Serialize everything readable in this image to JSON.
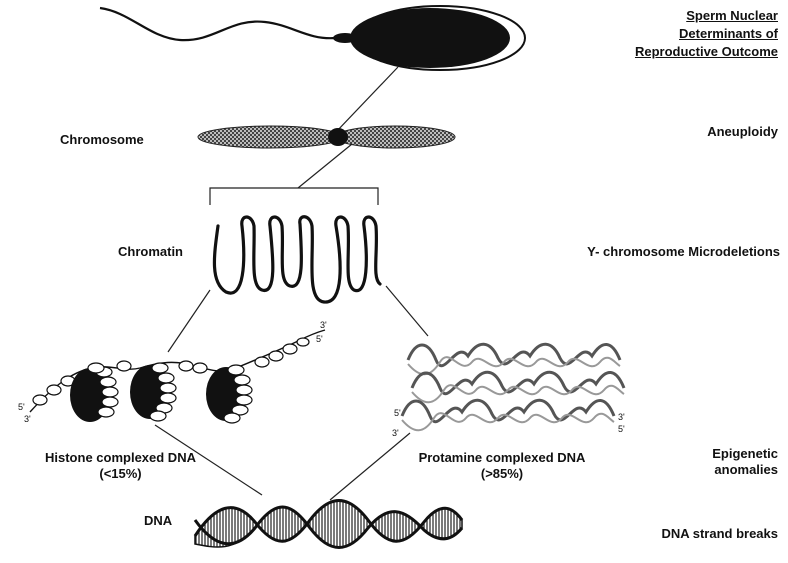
{
  "title": {
    "line1": "Sperm Nuclear",
    "line2": "Determinants of",
    "line3": "Reproductive Outcome"
  },
  "left_labels": {
    "chromosome": "Chromosome",
    "chromatin": "Chromatin",
    "dna": "DNA"
  },
  "middle_labels": {
    "histone": "Histone complexed DNA",
    "histone_pct": "(<15%)",
    "protamine": "Protamine complexed DNA",
    "protamine_pct": "(>85%)"
  },
  "right_labels": {
    "aneuploidy": "Aneuploidy",
    "microdeletions": "Y- chromosome Microdeletions",
    "epigenetic_1": "Epigenetic",
    "epigenetic_2": "anomalies",
    "strand_breaks": "DNA strand breaks"
  },
  "strand_end_labels": {
    "h3": "3'",
    "h5": "5'",
    "h5b": "5'",
    "h3b": "3'",
    "p5": "5'",
    "p3": "3'",
    "p3r": "3'",
    "p5r": "5'"
  }
}
